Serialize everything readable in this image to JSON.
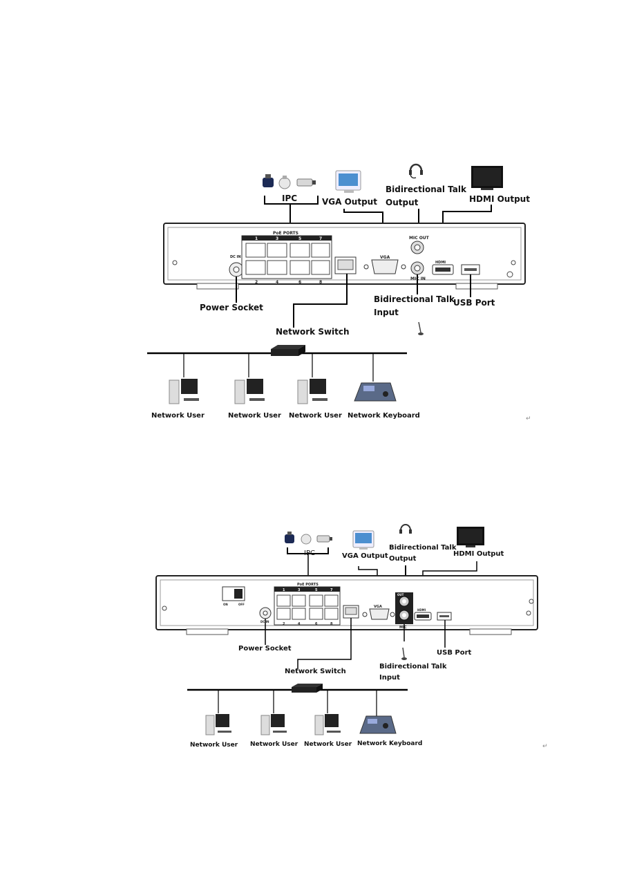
{
  "diagram_top": {
    "ipc": "IPC",
    "vga_output": "VGA Output",
    "talk_output_l1": "Bidirectional Talk",
    "talk_output_l2": "Output",
    "hdmi_output": "HDMI Output",
    "power_socket": "Power Socket",
    "talk_input_l1": "Bidirectional Talk",
    "talk_input_l2": "Input",
    "usb_port": "USB Port",
    "network_switch": "Network Switch",
    "users": [
      "Network User",
      "Network User",
      "Network User"
    ],
    "network_keyboard": "Network Keyboard",
    "panel": {
      "poe_ports": "PoE PORTS",
      "port_top": [
        "1",
        "3",
        "5",
        "7"
      ],
      "port_bottom": [
        "2",
        "4",
        "6",
        "8"
      ],
      "vga": "VGA",
      "mic_out": "MIC OUT",
      "mic_in": "MIC IN",
      "hdmi": "HDMI",
      "dc_in": "DC IN"
    }
  },
  "diagram_bottom": {
    "ipc": "IPC",
    "vga_output": "VGA Output",
    "talk_output_l1": "Bidirectional Talk",
    "talk_output_l2": "Output",
    "hdmi_output": "HDMI Output",
    "power_socket": "Power Socket",
    "talk_input_l1": "Bidirectional Talk",
    "talk_input_l2": "Input",
    "usb_port": "USB Port",
    "network_switch": "Network Switch",
    "users": [
      "Network User",
      "Network User",
      "Network User"
    ],
    "network_keyboard": "Network Keyboard",
    "panel": {
      "poe_ports": "PoE PORTS",
      "port_top": [
        "1",
        "3",
        "5",
        "7"
      ],
      "port_bottom": [
        "2",
        "4",
        "6",
        "8"
      ],
      "vga": "VGA",
      "mic": "MIC",
      "out": "OUT",
      "hdmi": "HDMI",
      "dc_in": "DC IN",
      "on": "ON",
      "off": "OFF"
    }
  },
  "paragraph_mark": "↵"
}
